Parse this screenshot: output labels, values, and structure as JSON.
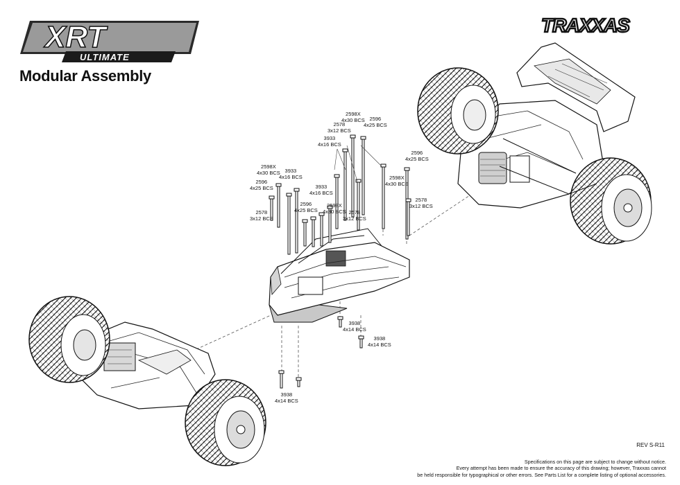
{
  "header": {
    "logo_main": "XRT",
    "logo_sub": "ULTIMATE",
    "brand": "TRAXXAS",
    "title": "Modular Assembly"
  },
  "callouts": [
    {
      "part": "2598X",
      "size": "4x30 BCS"
    },
    {
      "part": "2596",
      "size": "4x25 BCS"
    },
    {
      "part": "2578",
      "size": "3x12 BCS"
    },
    {
      "part": "3933",
      "size": "4x16 BCS"
    },
    {
      "part": "2598X",
      "size": "4x30 BCS"
    },
    {
      "part": "3933",
      "size": "4x16 BCS"
    },
    {
      "part": "2596",
      "size": "4x25 BCS"
    },
    {
      "part": "2578",
      "size": "3x12 BCS"
    },
    {
      "part": "3933",
      "size": "4x16 BCS"
    },
    {
      "part": "2596",
      "size": "4x25 BCS"
    },
    {
      "part": "2598X",
      "size": "4x30 BCS"
    },
    {
      "part": "2578",
      "size": "3x12 BCS"
    },
    {
      "part": "2596",
      "size": "4x25 BCS"
    },
    {
      "part": "2598X",
      "size": "4x30 BCS"
    },
    {
      "part": "2578",
      "size": "3x12 BCS"
    },
    {
      "part": "3938",
      "size": "4x14 BCS"
    },
    {
      "part": "3938",
      "size": "4x14 BCS"
    },
    {
      "part": "3938",
      "size": "4x14 BCS"
    }
  ],
  "footer": {
    "rev": "REV S-R11",
    "line1": "Specifications on this page are subject to change without notice.",
    "line2": "Every attempt has been made to ensure the accuracy of this drawing; however, Traxxas cannot",
    "line3": "be held responsible for typographical or other errors. See Parts List for a complete listing of optional accessories."
  }
}
